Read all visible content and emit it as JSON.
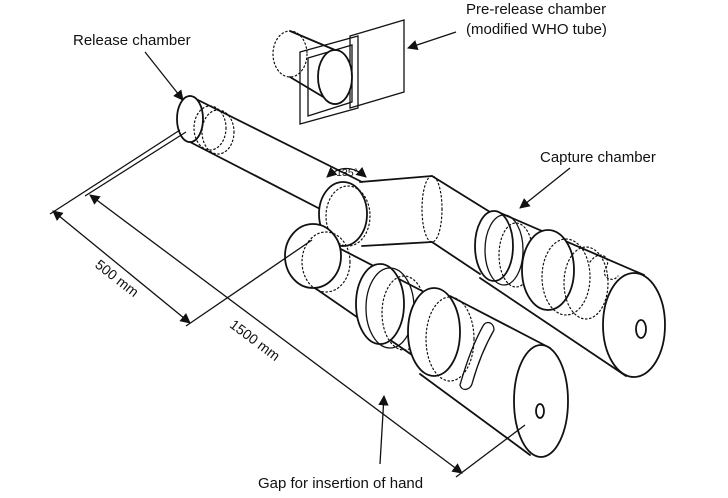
{
  "labels": {
    "release_chamber": "Release chamber",
    "pre_release_line1": "Pre-release chamber",
    "pre_release_line2": "(modified WHO tube)",
    "capture_chamber": "Capture chamber",
    "dim_500": "500 mm",
    "dim_1500": "1500 mm",
    "angle": "135°",
    "gap_hand": "Gap for insertion of hand"
  },
  "colors": {
    "line": "#111111",
    "background": "#ffffff"
  }
}
